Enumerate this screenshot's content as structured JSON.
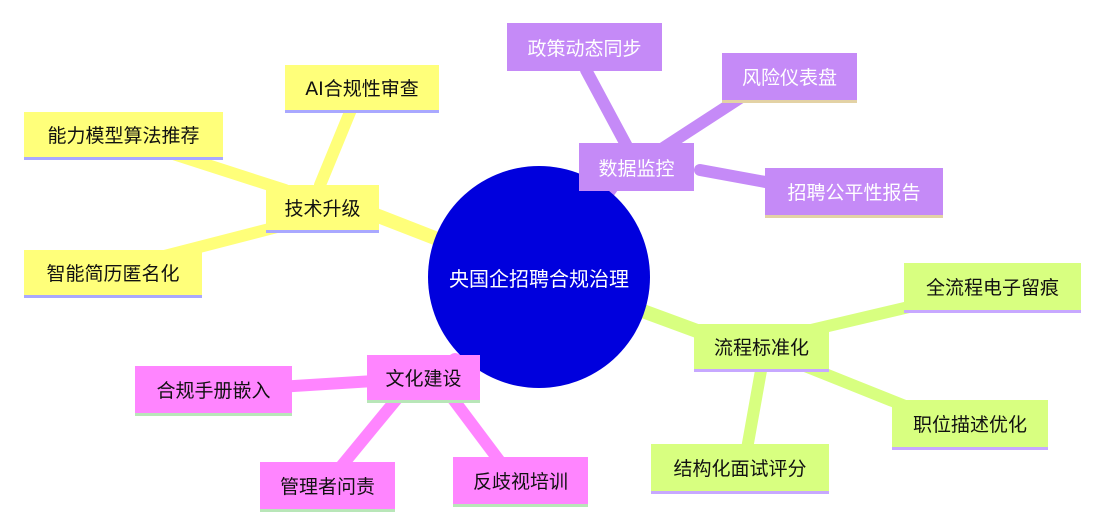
{
  "colors": {
    "root": "#0000dd",
    "purple": "#c58af7",
    "yellow": "#ffff7a",
    "green": "#d8ff80",
    "pink": "#ff85ff"
  },
  "mindmap": {
    "root": "央国企招聘合规治理",
    "branches": [
      {
        "label": "数据监控",
        "children": [
          "政策动态同步",
          "风险仪表盘",
          "招聘公平性报告"
        ]
      },
      {
        "label": "技术升级",
        "children": [
          "AI合规性审查",
          "能力模型算法推荐",
          "智能简历匿名化"
        ]
      },
      {
        "label": "流程标准化",
        "children": [
          "全流程电子留痕",
          "职位描述优化",
          "结构化面试评分"
        ]
      },
      {
        "label": "文化建设",
        "children": [
          "合规手册嵌入",
          "管理者问责",
          "反歧视培训"
        ]
      }
    ]
  }
}
